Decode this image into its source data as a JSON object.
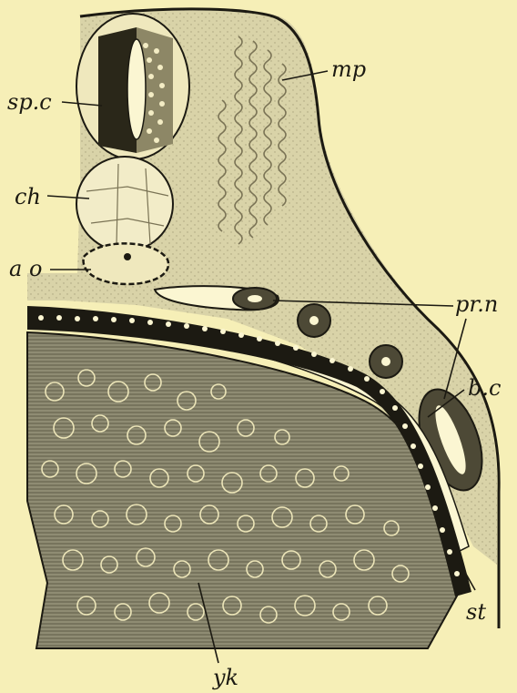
{
  "labels": {
    "spinal_cord": "sp.c",
    "notochord": "ch",
    "aorta": "a o",
    "muscle_plate": "mp",
    "pronephros": "pr.n",
    "body_cavity": "b.c",
    "somatopleure": "st",
    "yolk": "yk"
  },
  "colors": {
    "background": "#f6efb7",
    "tissue": "#d9d3a8",
    "yolk": "#8f8c73",
    "ink": "#1c1a12",
    "cell_highlight": "#fbf6d2"
  }
}
